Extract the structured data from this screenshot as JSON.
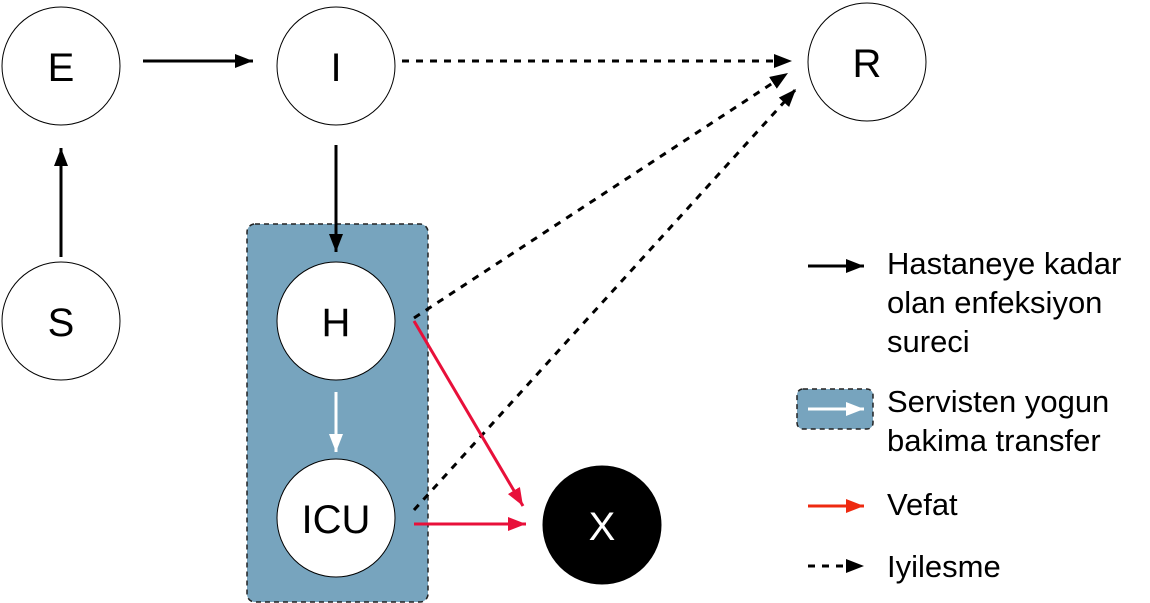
{
  "nodes": {
    "E": "E",
    "I": "I",
    "R": "R",
    "S": "S",
    "H": "H",
    "ICU": "ICU",
    "X": "X"
  },
  "legend": {
    "infection_line1": "Hastaneye kadar",
    "infection_line2": "olan enfeksiyon",
    "infection_line3": "sureci",
    "transfer_line1": "Servisten yogun",
    "transfer_line2": "bakima transfer",
    "death": "Vefat",
    "recovery": "Iyilesme"
  },
  "colors": {
    "hospital_box": "#77a4be",
    "death_arrow": "#e8103a",
    "legend_death_arrow": "#ee2a10",
    "transfer_arrow": "#ffffff",
    "node_fill": "#ffffff",
    "dead_node_fill": "#000000"
  }
}
